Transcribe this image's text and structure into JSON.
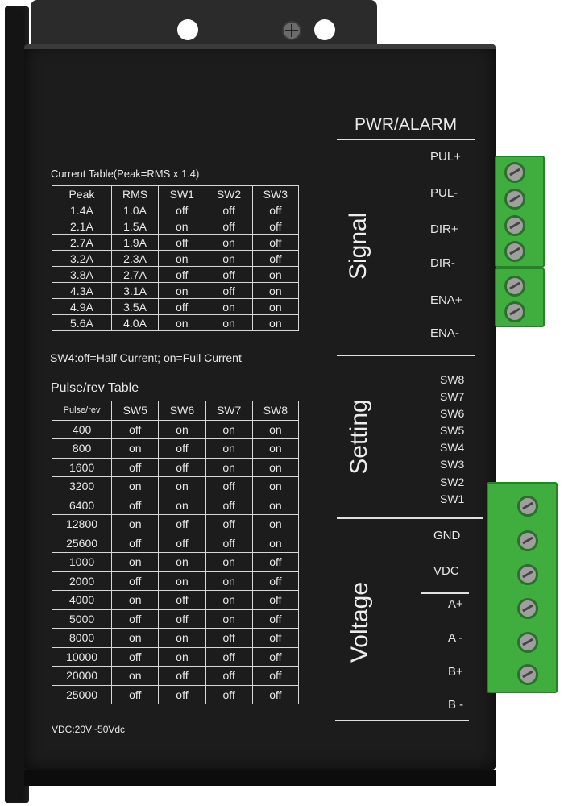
{
  "pwr_alarm": "PWR/ALARM",
  "sections": {
    "signal": "Signal",
    "setting": "Setting",
    "voltage": "Voltage"
  },
  "signal_pins": [
    "PUL+",
    "PUL-",
    "DIR+",
    "DIR-",
    "ENA+",
    "ENA-"
  ],
  "setting_pins": [
    "SW8",
    "SW7",
    "SW6",
    "SW5",
    "SW4",
    "SW3",
    "SW2",
    "SW1"
  ],
  "voltage_pins": [
    "GND",
    "VDC",
    "A+",
    "A -",
    "B+",
    "B -"
  ],
  "current_table": {
    "title": "Current Table(Peak=RMS x 1.4)",
    "headers": [
      "Peak",
      "RMS",
      "SW1",
      "SW2",
      "SW3"
    ],
    "rows": [
      [
        "1.4A",
        "1.0A",
        "off",
        "off",
        "off"
      ],
      [
        "2.1A",
        "1.5A",
        "on",
        "off",
        "off"
      ],
      [
        "2.7A",
        "1.9A",
        "off",
        "on",
        "off"
      ],
      [
        "3.2A",
        "2.3A",
        "on",
        "on",
        "off"
      ],
      [
        "3.8A",
        "2.7A",
        "off",
        "off",
        "on"
      ],
      [
        "4.3A",
        "3.1A",
        "on",
        "off",
        "on"
      ],
      [
        "4.9A",
        "3.5A",
        "off",
        "on",
        "on"
      ],
      [
        "5.6A",
        "4.0A",
        "on",
        "on",
        "on"
      ]
    ],
    "note": "SW4:off=Half Current;  on=Full Current"
  },
  "pulse_table": {
    "title": "Pulse/rev  Table",
    "headers": [
      "Pulse/rev",
      "SW5",
      "SW6",
      "SW7",
      "SW8"
    ],
    "rows": [
      [
        "400",
        "off",
        "on",
        "on",
        "on"
      ],
      [
        "800",
        "on",
        "off",
        "on",
        "on"
      ],
      [
        "1600",
        "off",
        "off",
        "on",
        "on"
      ],
      [
        "3200",
        "on",
        "on",
        "off",
        "on"
      ],
      [
        "6400",
        "off",
        "on",
        "off",
        "on"
      ],
      [
        "12800",
        "on",
        "off",
        "off",
        "on"
      ],
      [
        "25600",
        "off",
        "off",
        "off",
        "on"
      ],
      [
        "1000",
        "on",
        "on",
        "on",
        "off"
      ],
      [
        "2000",
        "off",
        "on",
        "on",
        "off"
      ],
      [
        "4000",
        "on",
        "off",
        "on",
        "off"
      ],
      [
        "5000",
        "off",
        "off",
        "on",
        "off"
      ],
      [
        "8000",
        "on",
        "on",
        "off",
        "off"
      ],
      [
        "10000",
        "off",
        "on",
        "off",
        "off"
      ],
      [
        "20000",
        "on",
        "off",
        "off",
        "off"
      ],
      [
        "25000",
        "off",
        "off",
        "off",
        "off"
      ]
    ]
  },
  "vdc_note": "VDC:20V~50Vdc"
}
